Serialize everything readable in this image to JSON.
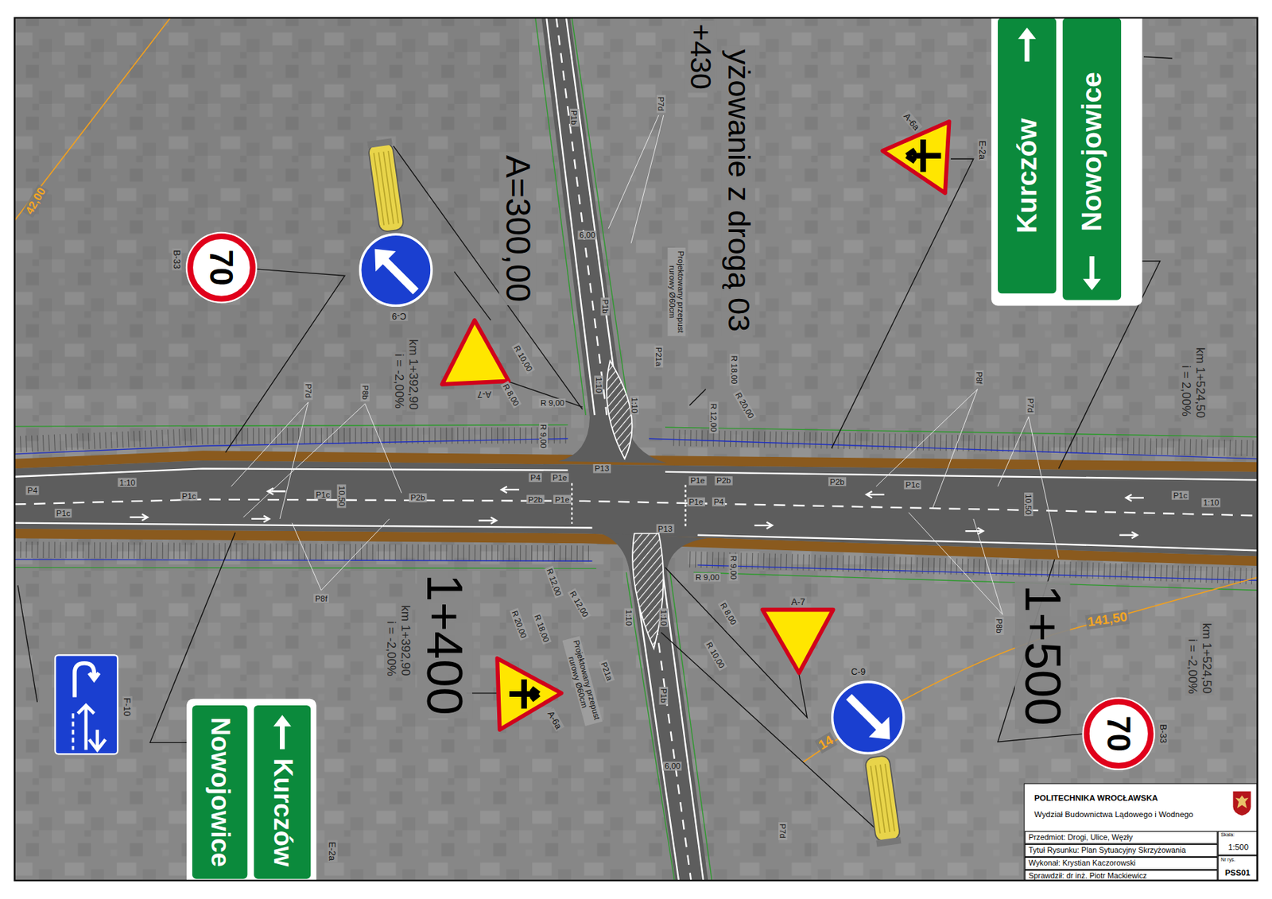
{
  "diagram": {
    "nodes": [
      {
        "text": [
          "70"
        ]
      },
      {
        "text": [
          "Kurczów"
        ]
      },
      {
        "text": [
          "Nowojowice"
        ]
      },
      {
        "text": [
          "Nowojowice"
        ]
      },
      {
        "text": [
          "Kurczów"
        ]
      },
      {
        "text": [
          "70"
        ]
      },
      {
        "text": [
          "POLITECHNIKA WROCŁAWSKA",
          "Wydział Budownictwa Lądowego i Wodnego"
        ]
      },
      {
        "text": [
          "Przedmiot: Drogi, Ulice, Węzły"
        ],
        "in": 6
      },
      {
        "text": [
          "Tytuł Rysunku: Plan Sytuacyjny Skrzyżowania"
        ],
        "in": 6
      },
      {
        "text": [
          "Wykonał: Krystian Kaczorowski"
        ],
        "in": 6
      },
      {
        "text": [
          "Sprawdził: dr inż. Piotr Mackiewicz"
        ],
        "in": 6
      },
      {
        "text": [
          "Skala:",
          "1:500"
        ],
        "in": 6
      },
      {
        "text": [
          "Nr rys.",
          "PSS01"
        ],
        "in": 6
      }
    ],
    "labels": [
      "A=300,00",
      "yżowanie z drogą 03",
      "+430",
      "1+400",
      "1+500",
      "km 1+392,90",
      "i = -2,00%",
      "km 1+392,90",
      "i = -2,00%",
      "km 1+524,50",
      "i = 2,00%",
      "km 1+524,50",
      "i = -2,00%",
      "141,50",
      "14",
      "42,00",
      "B-33",
      "C-9",
      "A-7",
      "A-6a",
      "E-2a",
      "F-10",
      "E-2a",
      "A-6a",
      "A-7",
      "C-9",
      "B-33",
      "P7d",
      "P1b",
      "6,00",
      "P1b",
      "1:10",
      "1:10",
      "P21a",
      "Projektowany przepust rurowy Ø60cm",
      "R 10,00",
      "R 8,00",
      "R 9,00",
      "R 9,00",
      "R 18,00",
      "R 20,00",
      "R 12,00",
      "P13",
      "P4",
      "P1e",
      "P1e",
      "P2b",
      "P4",
      "1:10",
      "P1c",
      "P1c",
      "P1c",
      "10,50",
      "P2b",
      "P2b",
      "P1e",
      "P1e",
      "P4",
      "P2b",
      "P1c",
      "10,50",
      "P1c",
      "1:10",
      "P13",
      "P7d",
      "P8b",
      "P8f",
      "P8f",
      "P7d",
      "P8b",
      "R 12,00",
      "R 12,00",
      "R 20,00",
      "R 18,00",
      "Projektowany przepust rurowy Ø60cm",
      "P21a",
      "1:10",
      "1:10",
      "R 9,00",
      "R 9,00",
      "R 8,00",
      "R 10,00",
      "P1b",
      "6,00",
      "P7d"
    ]
  }
}
